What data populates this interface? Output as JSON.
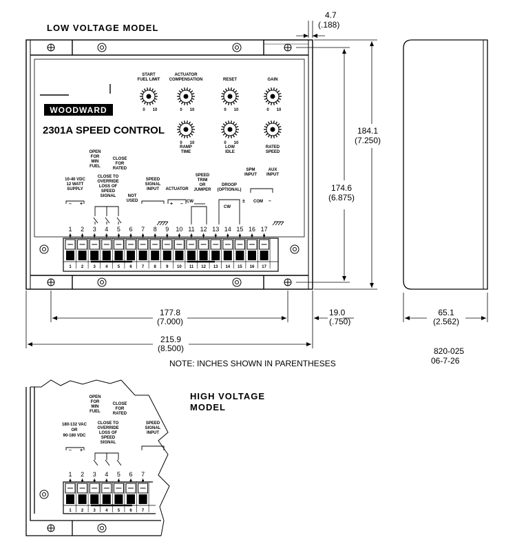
{
  "titles": {
    "low_voltage": "LOW VOLTAGE MODEL",
    "high_voltage_line1": "HIGH VOLTAGE",
    "high_voltage_line2": "MODEL"
  },
  "panel": {
    "brand": "WOODWARD",
    "product": "2301A SPEED CONTROL"
  },
  "pots": [
    {
      "label1": "START",
      "label2": "FUEL LIMIT",
      "scale_min": "0",
      "scale_max": "10"
    },
    {
      "label1": "ACTUATOR",
      "label2": "COMPENSATION",
      "scale_min": "0",
      "scale_max": "10"
    },
    {
      "label1": "RESET",
      "label2": "",
      "scale_min": "0",
      "scale_max": "10"
    },
    {
      "label1": "GAIN",
      "label2": "",
      "scale_min": "0",
      "scale_max": "10"
    },
    {
      "label1": "RAMP",
      "label2": "TIME",
      "scale_min": "0",
      "scale_max": "10"
    },
    {
      "label1": "LOW",
      "label2": "IDLE",
      "scale_min": "0",
      "scale_max": "10"
    },
    {
      "label1": "RATED",
      "label2": "SPEED",
      "scale_min": "",
      "scale_max": ""
    }
  ],
  "wiring_labels": {
    "supply_lv": [
      "10-40 VDC",
      "12 WATT",
      "SUPPLY"
    ],
    "open_min_fuel": [
      "OPEN",
      "FOR",
      "MIN",
      "FUEL"
    ],
    "close_rated": [
      "CLOSE",
      "FOR",
      "RATED"
    ],
    "close_override": [
      "CLOSE TO",
      "OVERRIDE",
      "LOSS OF",
      "SPEED",
      "SIGNAL"
    ],
    "not_used": [
      "NOT",
      "USED"
    ],
    "speed_signal_input": [
      "SPEED",
      "SIGNAL",
      "INPUT"
    ],
    "actuator": "ACTUATOR",
    "speed_trim": [
      "SPEED",
      "TRIM",
      "OR",
      "JUMPER"
    ],
    "droop": [
      "DROOP",
      "(OPTIONAL)"
    ],
    "spm_input": [
      "SPM",
      "INPUT"
    ],
    "aux_input": [
      "AUX",
      "INPUT"
    ],
    "com": "COM",
    "cw": "CW"
  },
  "terminals": [
    "1",
    "2",
    "3",
    "4",
    "5",
    "6",
    "7",
    "8",
    "9",
    "10",
    "11",
    "12",
    "13",
    "14",
    "15",
    "16",
    "17"
  ],
  "hv_terminals": [
    "1",
    "2",
    "3",
    "4",
    "5",
    "6",
    "7"
  ],
  "hv_labels": {
    "supply": [
      "180-132 VAC",
      "OR",
      "90-180 VDC"
    ],
    "open_min_fuel": [
      "OPEN",
      "FOR",
      "MIN",
      "FUEL"
    ],
    "close_rated": [
      "CLOSE",
      "FOR",
      "RATED"
    ],
    "close_override": [
      "CLOSE TO",
      "OVERRIDE",
      "LOSS OF",
      "SPEED",
      "SIGNAL"
    ],
    "speed_signal_input": [
      "SPEED",
      "SIGNAL",
      "INPUT"
    ]
  },
  "dimensions": {
    "flange_mm": "4.7",
    "flange_in": "(.188)",
    "height_mm": "184.1",
    "height_in": "(7.250)",
    "hole_v_mm": "174.6",
    "hole_v_in": "(6.875)",
    "hole_h_mm": "177.8",
    "hole_h_in": "(7.000)",
    "width_mm": "215.9",
    "width_in": "(8.500)",
    "edge_mm": "19.0",
    "edge_in": "(.750)",
    "depth_mm": "65.1",
    "depth_in": "(2.562)"
  },
  "note": "NOTE:  INCHES SHOWN IN PARENTHESES",
  "drawing_id": "820-025",
  "drawing_date": "06-7-26"
}
